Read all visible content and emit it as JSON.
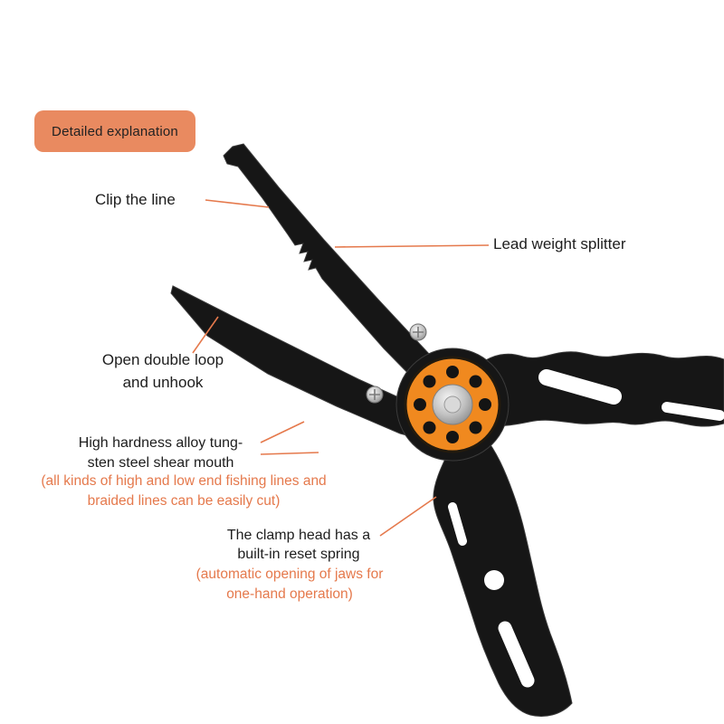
{
  "colors": {
    "accent": "#E5794C",
    "badge_bg": "#E98A60",
    "pivot_orange": "#F0891F",
    "metal": "#161616",
    "text": "#1D1D1D"
  },
  "badge": {
    "label": "Detailed explanation"
  },
  "annotations": {
    "clip": {
      "label": "Clip the line"
    },
    "lead_weight": {
      "label": "Lead weight splitter"
    },
    "open_loop": {
      "line1": "Open double loop",
      "line2": "and unhook"
    },
    "shear": {
      "line1": "High hardness alloy tung-",
      "line2": "sten steel shear mouth",
      "sub_line1": "(all kinds of high and low end fishing lines and",
      "sub_line2": "braided lines can be easily cut)"
    },
    "clamp": {
      "line1": "The clamp head has a",
      "line2": "built-in reset spring",
      "sub_line1": "(automatic opening of jaws for",
      "sub_line2": "one-hand operation)"
    }
  }
}
